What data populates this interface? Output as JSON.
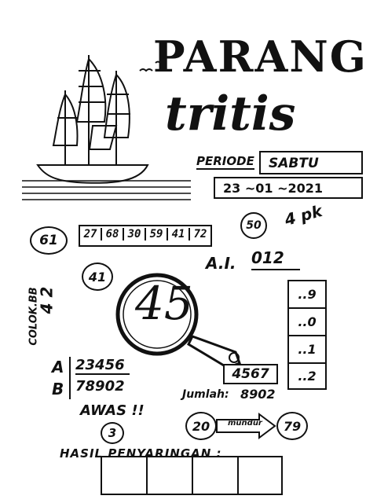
{
  "title_line1": "PARANG",
  "title_line2": "tritis",
  "periode_label": "PERIODE",
  "day": "SABTU",
  "date": "23 ~01 ~2021",
  "circle_left": "61",
  "numbers_2d": [
    "27",
    "68",
    "30",
    "59",
    "41",
    "72"
  ],
  "circle_50": "50",
  "scribble_top_right": "4 pk",
  "ai_label": "A.I.",
  "ai_value": "012",
  "circle_41": "41",
  "colok_bebas_label": "COLOK.BB",
  "colok_bebas_value": "4 2",
  "main_number": "45",
  "side_boxes": [
    "..9",
    "..0",
    "..1",
    "..2"
  ],
  "mid_box": "4567",
  "a_label": "A",
  "a_value": "23456",
  "b_label": "B",
  "b_value": "78902",
  "jumlah_label": "Jumlah:",
  "jumlah_value": "8902",
  "awas_label": "AWAS !!",
  "awas_circle": "3",
  "circle_20": "20",
  "arrow_label": "mundur",
  "circle_79": "79",
  "hasil_label": "HASIL PENYARINGAN :",
  "hasil_cells": [
    "",
    "",
    "",
    "",
    ""
  ]
}
